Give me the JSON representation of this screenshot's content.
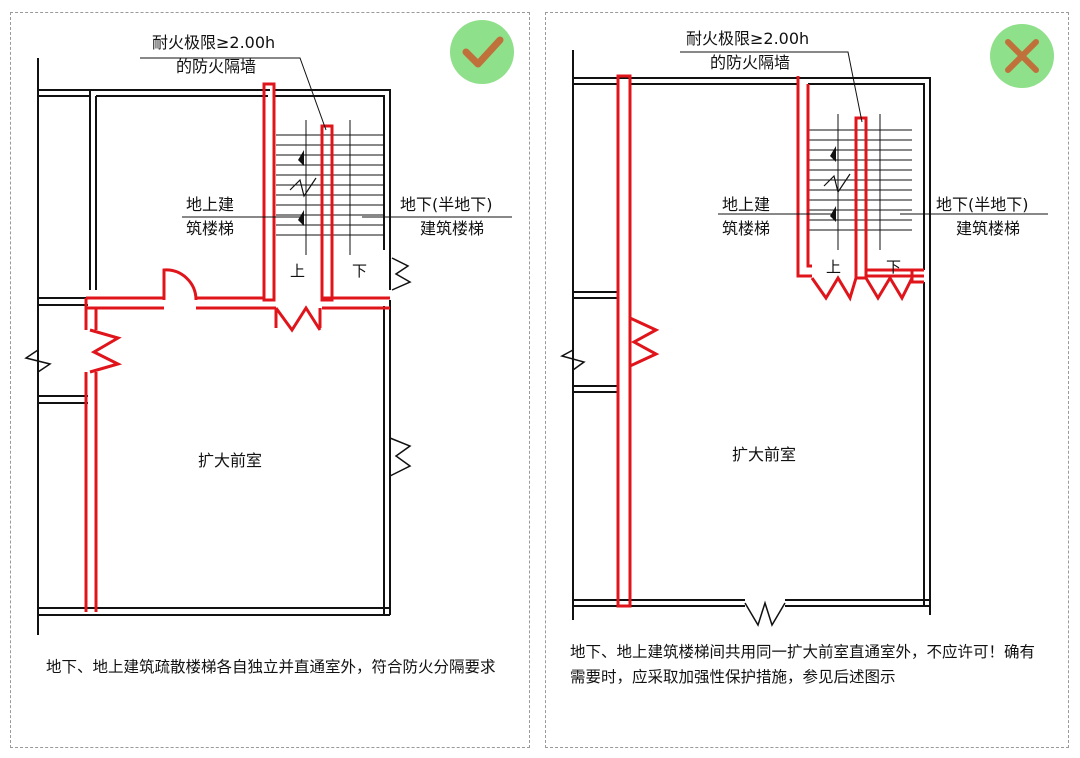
{
  "left": {
    "verdict": "correct",
    "fire_wall_label_line1": "耐火极限≥2.00h",
    "fire_wall_label_line2": "的防火隔墙",
    "above_stair_line1": "地上建",
    "above_stair_line2": "筑楼梯",
    "below_stair_line1": "地下(半地下)",
    "below_stair_line2": "建筑楼梯",
    "up_label": "上",
    "down_label": "下",
    "room_label": "扩大前室",
    "caption": "地下、地上建筑疏散楼梯各自独立并直通室外，符合防火分隔要求"
  },
  "right": {
    "verdict": "incorrect",
    "fire_wall_label_line1": "耐火极限≥2.00h",
    "fire_wall_label_line2": "的防火隔墙",
    "above_stair_line1": "地上建",
    "above_stair_line2": "筑楼梯",
    "below_stair_line1": "地下(半地下)",
    "below_stair_line2": "建筑楼梯",
    "up_label": "上",
    "down_label": "下",
    "room_label": "扩大前室",
    "caption": "地下、地上建筑楼梯间共用同一扩大前室直通室外，不应许可！确有需要时，应采取加强性保护措施，参见后述图示"
  },
  "colors": {
    "fire_wall": "#e0141b",
    "wall": "#111111",
    "correct_badge": "#8fe08a",
    "correct_mark": "#c0703a",
    "incorrect_badge": "#8fe08a",
    "incorrect_mark": "#c0703a",
    "panel_border": "#9a9a9a"
  },
  "icons": {
    "correct": "check-icon",
    "incorrect": "cross-icon"
  }
}
